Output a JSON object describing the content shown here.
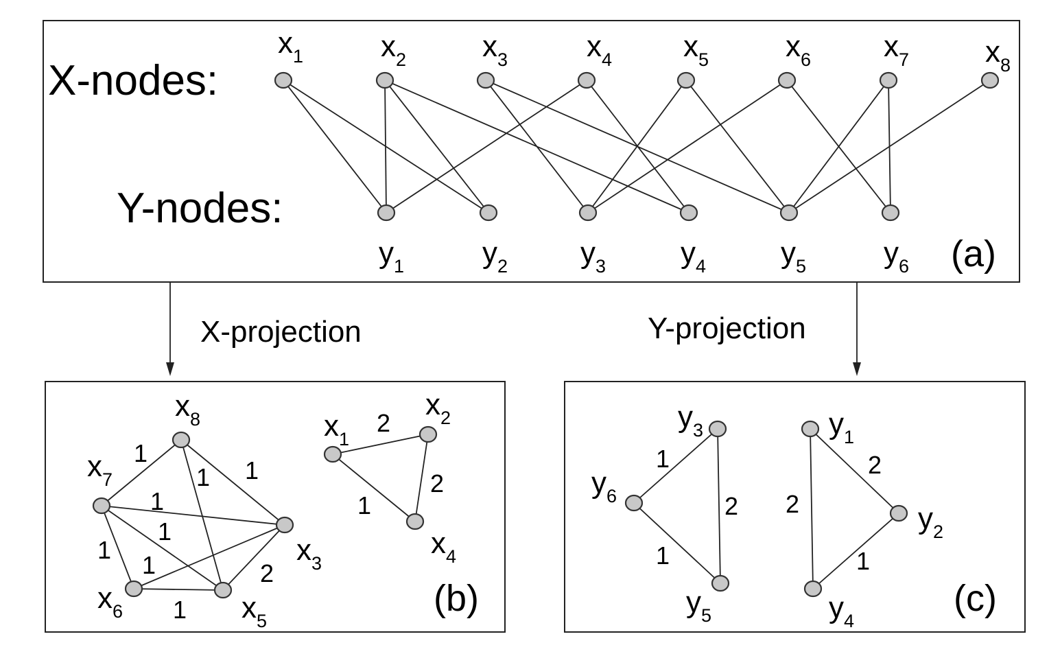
{
  "panel_a": {
    "label": "(a)",
    "x_row_label": "X-nodes:",
    "y_row_label": "Y-nodes:",
    "x_nodes": [
      {
        "id": "x1",
        "letter": "x",
        "sub": "1"
      },
      {
        "id": "x2",
        "letter": "x",
        "sub": "2"
      },
      {
        "id": "x3",
        "letter": "x",
        "sub": "3"
      },
      {
        "id": "x4",
        "letter": "x",
        "sub": "4"
      },
      {
        "id": "x5",
        "letter": "x",
        "sub": "5"
      },
      {
        "id": "x6",
        "letter": "x",
        "sub": "6"
      },
      {
        "id": "x7",
        "letter": "x",
        "sub": "7"
      },
      {
        "id": "x8",
        "letter": "x",
        "sub": "8"
      }
    ],
    "y_nodes": [
      {
        "id": "y1",
        "letter": "y",
        "sub": "1"
      },
      {
        "id": "y2",
        "letter": "y",
        "sub": "2"
      },
      {
        "id": "y3",
        "letter": "y",
        "sub": "3"
      },
      {
        "id": "y4",
        "letter": "y",
        "sub": "4"
      },
      {
        "id": "y5",
        "letter": "y",
        "sub": "5"
      },
      {
        "id": "y6",
        "letter": "y",
        "sub": "6"
      }
    ],
    "edges": [
      [
        "x1",
        "y1"
      ],
      [
        "x1",
        "y2"
      ],
      [
        "x2",
        "y1"
      ],
      [
        "x2",
        "y2"
      ],
      [
        "x2",
        "y4"
      ],
      [
        "x3",
        "y3"
      ],
      [
        "x3",
        "y5"
      ],
      [
        "x4",
        "y1"
      ],
      [
        "x4",
        "y4"
      ],
      [
        "x5",
        "y3"
      ],
      [
        "x5",
        "y5"
      ],
      [
        "x6",
        "y3"
      ],
      [
        "x6",
        "y6"
      ],
      [
        "x7",
        "y5"
      ],
      [
        "x7",
        "y6"
      ],
      [
        "x8",
        "y5"
      ]
    ]
  },
  "projections": {
    "x_label": "X-projection",
    "y_label": "Y-projection"
  },
  "panel_b": {
    "label": "(b)",
    "nodes": [
      {
        "id": "x1",
        "letter": "x",
        "sub": "1"
      },
      {
        "id": "x2",
        "letter": "x",
        "sub": "2"
      },
      {
        "id": "x3",
        "letter": "x",
        "sub": "3"
      },
      {
        "id": "x4",
        "letter": "x",
        "sub": "4"
      },
      {
        "id": "x5",
        "letter": "x",
        "sub": "5"
      },
      {
        "id": "x6",
        "letter": "x",
        "sub": "6"
      },
      {
        "id": "x7",
        "letter": "x",
        "sub": "7"
      },
      {
        "id": "x8",
        "letter": "x",
        "sub": "8"
      }
    ],
    "edges": [
      {
        "a": "x7",
        "b": "x8",
        "weight": "1"
      },
      {
        "a": "x8",
        "b": "x3",
        "weight": "1"
      },
      {
        "a": "x8",
        "b": "x5",
        "weight": "1"
      },
      {
        "a": "x7",
        "b": "x3",
        "weight": "1"
      },
      {
        "a": "x7",
        "b": "x5",
        "weight": "1"
      },
      {
        "a": "x7",
        "b": "x6",
        "weight": "1"
      },
      {
        "a": "x6",
        "b": "x3",
        "weight": "1"
      },
      {
        "a": "x3",
        "b": "x5",
        "weight": "2"
      },
      {
        "a": "x6",
        "b": "x5",
        "weight": "1"
      },
      {
        "a": "x1",
        "b": "x2",
        "weight": "2"
      },
      {
        "a": "x2",
        "b": "x4",
        "weight": "2"
      },
      {
        "a": "x1",
        "b": "x4",
        "weight": "1"
      }
    ]
  },
  "panel_c": {
    "label": "(c)",
    "nodes": [
      {
        "id": "y1",
        "letter": "y",
        "sub": "1"
      },
      {
        "id": "y2",
        "letter": "y",
        "sub": "2"
      },
      {
        "id": "y3",
        "letter": "y",
        "sub": "3"
      },
      {
        "id": "y4",
        "letter": "y",
        "sub": "4"
      },
      {
        "id": "y5",
        "letter": "y",
        "sub": "5"
      },
      {
        "id": "y6",
        "letter": "y",
        "sub": "6"
      }
    ],
    "edges": [
      {
        "a": "y3",
        "b": "y6",
        "weight": "1"
      },
      {
        "a": "y3",
        "b": "y5",
        "weight": "2"
      },
      {
        "a": "y6",
        "b": "y5",
        "weight": "1"
      },
      {
        "a": "y1",
        "b": "y2",
        "weight": "2"
      },
      {
        "a": "y1",
        "b": "y4",
        "weight": "2"
      },
      {
        "a": "y2",
        "b": "y4",
        "weight": "1"
      }
    ]
  }
}
